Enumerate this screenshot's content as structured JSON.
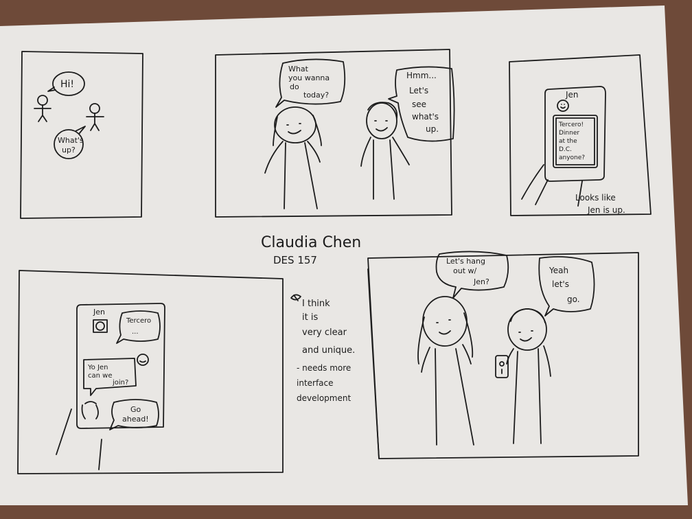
{
  "colors": {
    "table": "#6e4a39",
    "paper": "#e9e7e4",
    "ink": "#1c1c1c"
  },
  "header": {
    "name": "Claudia Chen",
    "course": "DES 157"
  },
  "panel1": {
    "bubble_hi": "Hi!",
    "bubble_whats": "What's",
    "bubble_up": "up?"
  },
  "panel2": {
    "left_l1": "What",
    "left_l2": "you wanna",
    "left_l3": "do",
    "left_l4": "today?",
    "right_l1": "Hmm...",
    "right_l2": "Let's",
    "right_l3": "see",
    "right_l4": "what's",
    "right_l5": "up."
  },
  "panel3": {
    "contact": "Jen",
    "msg_l1": "Tercero!",
    "msg_l2": "Dinner",
    "msg_l3": "at the",
    "msg_l4": "D.C.",
    "msg_l5": "anyone?",
    "caption_l1": "Looks like",
    "caption_l2": "Jen is up."
  },
  "panel4": {
    "contact": "Jen",
    "msg1_l1": "Tercero",
    "msg1_l2": "...",
    "msg2_l1": "Yo Jen",
    "msg2_l2": "can we",
    "msg2_l3": "join?",
    "msg3_l1": "Go",
    "msg3_l2": "ahead!"
  },
  "notes": {
    "l1": "I think",
    "l2": "it is",
    "l3": "very clear",
    "l4": "and unique.",
    "l5": "- needs more",
    "l6": "interface",
    "l7": "development"
  },
  "panel5": {
    "left_l1": "Let's hang",
    "left_l2": "out w/",
    "left_l3": "Jen?",
    "right_l1": "Yeah",
    "right_l2": "let's",
    "right_l3": "go."
  }
}
